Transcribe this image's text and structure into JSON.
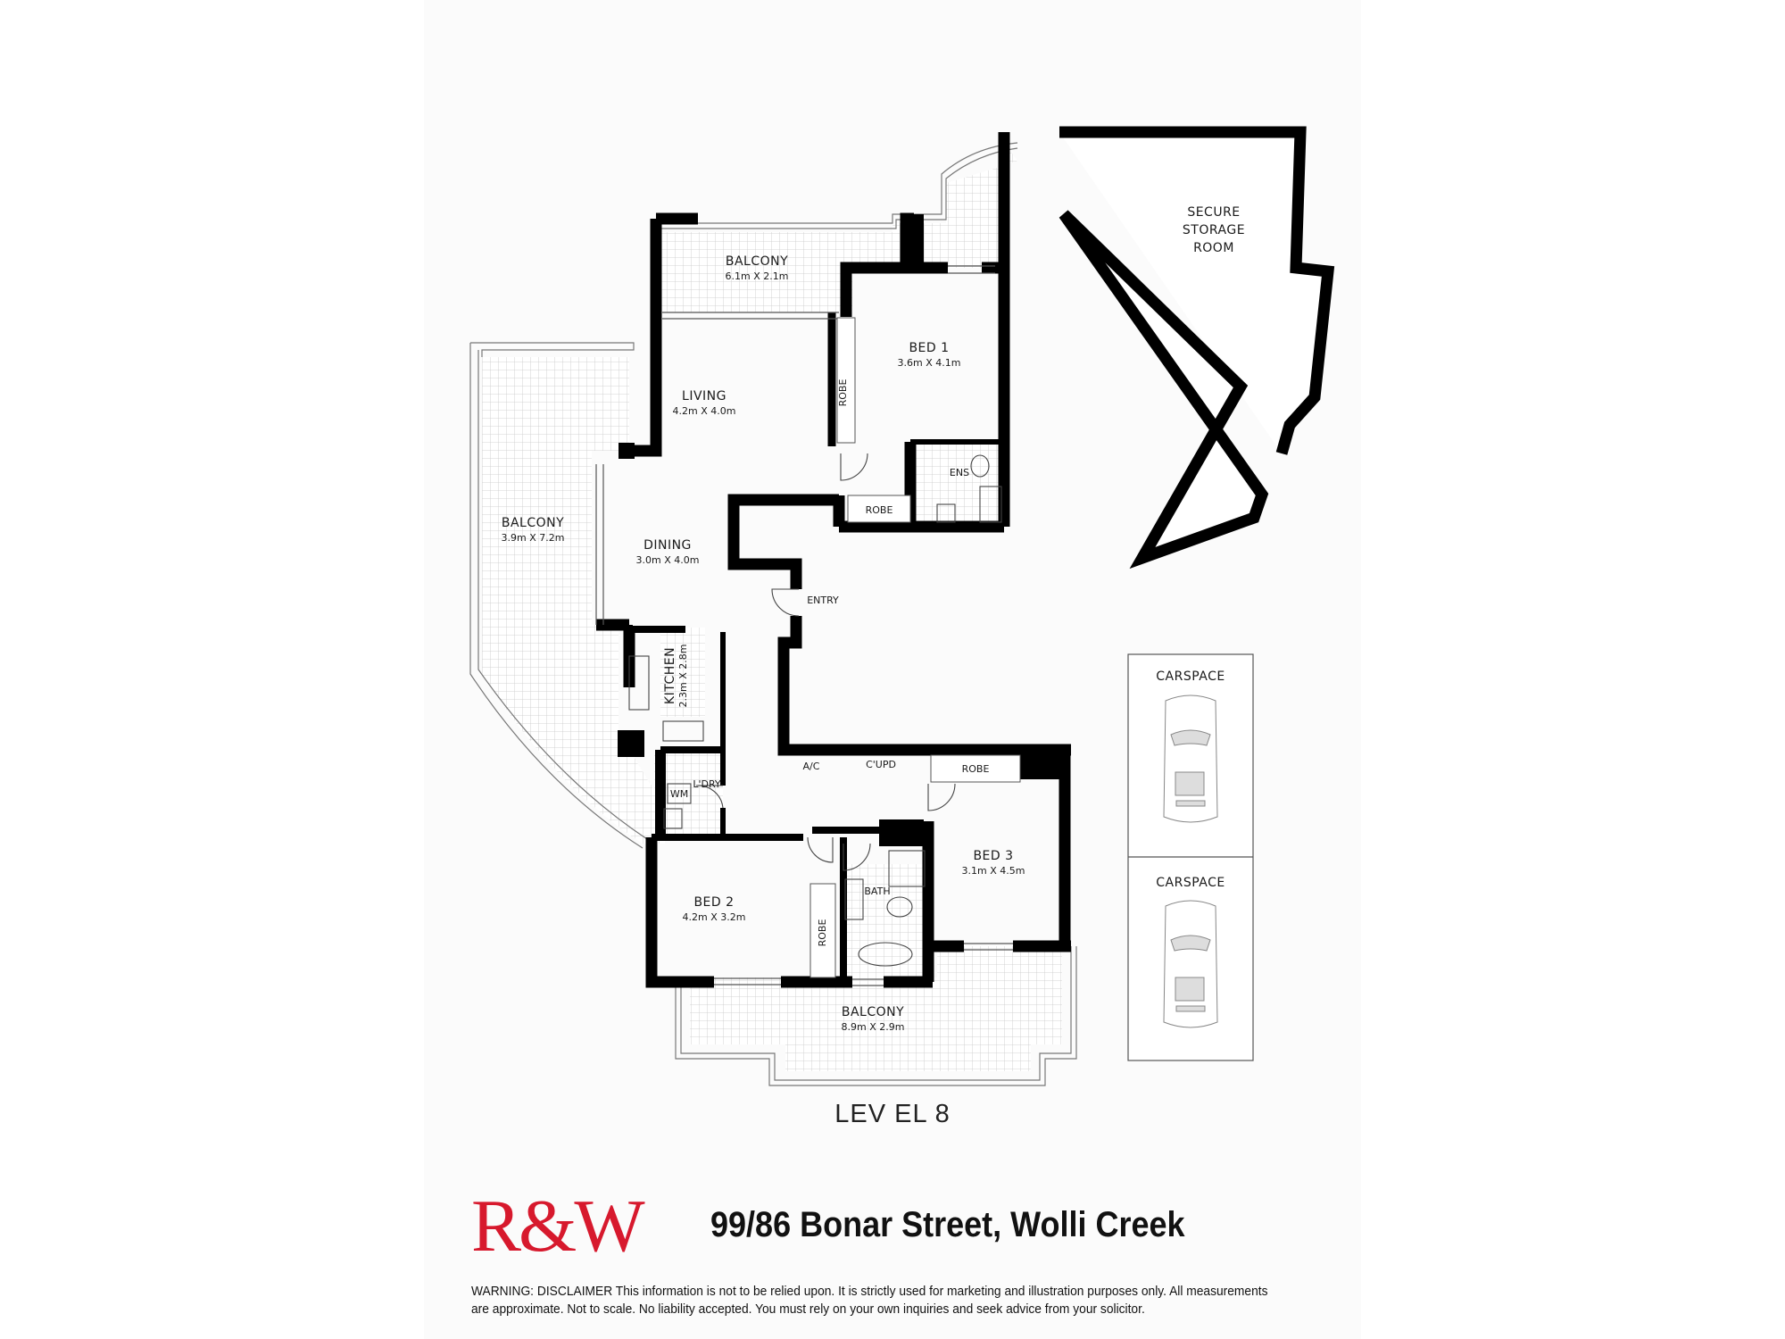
{
  "plan": {
    "level": "LEV EL 8",
    "rooms": {
      "balcony_top": {
        "name": "BALCONY",
        "dims": "6.1m X 2.1m"
      },
      "bed1": {
        "name": "BED 1",
        "dims": "3.6m X 4.1m"
      },
      "living": {
        "name": "LIVING",
        "dims": "4.2m X 4.0m"
      },
      "balcony_left": {
        "name": "BALCONY",
        "dims": "3.9m X 7.2m"
      },
      "dining": {
        "name": "DINING",
        "dims": "3.0m X 4.0m"
      },
      "kitchen": {
        "name": "KITCHEN",
        "dims": "2.3m X 2.8m"
      },
      "bed2": {
        "name": "BED 2",
        "dims": "4.2m X 3.2m"
      },
      "bed3": {
        "name": "BED 3",
        "dims": "3.1m X 4.5m"
      },
      "balcony_bottom": {
        "name": "BALCONY",
        "dims": "8.9m X 2.9m"
      }
    },
    "labels": {
      "robe_bed1_side": "ROBE",
      "robe_bed1_bottom": "ROBE",
      "ensuite": "ENS",
      "entry": "ENTRY",
      "ac": "A/C",
      "cupboard": "C'UPD",
      "robe_bed3": "ROBE",
      "washing_machine": "WM",
      "laundry": "L'DRY",
      "bath": "BATH",
      "robe_bed2": "ROBE"
    },
    "storage": {
      "line1": "SECURE",
      "line2": "STORAGE",
      "line3": "ROOM"
    },
    "carspaces": [
      {
        "label": "CARSPACE"
      },
      {
        "label": "CARSPACE"
      }
    ]
  },
  "footer": {
    "logo": "R&W",
    "address": "99/86 Bonar Street, Wolli Creek",
    "disclaimer": "WARNING:  DISCLAIMER This information is not to be relied upon.  It is strictly used for marketing and illustration purposes only. All measurements are approximate.  Not to scale.  No liability accepted. You must rely on your own inquiries and seek advice from your solicitor."
  },
  "colors": {
    "brand_red": "#d7192d",
    "wall": "#000000",
    "page": "#fbfbfb"
  }
}
